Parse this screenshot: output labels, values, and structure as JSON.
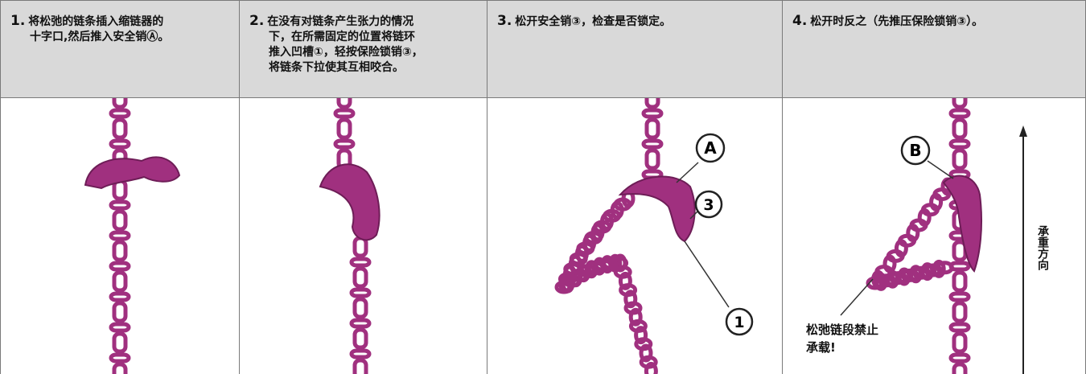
{
  "steps": [
    {
      "num": "1.",
      "lines": [
        "将松弛的链条插入缩链器的",
        "十字口,然后推入安全销Ⓐ。"
      ]
    },
    {
      "num": "2.",
      "lines": [
        "在没有对链条产生张力的情况",
        "下，在所需固定的位置将链环",
        "推入凹槽①，轻按保险锁销③，",
        "将链条下拉使其互相咬合。"
      ]
    },
    {
      "num": "3.",
      "lines": [
        "松开安全销③，检查是否锁定。"
      ]
    },
    {
      "num": "4.",
      "lines": [
        "松开时反之（先推压保险锁销③）。"
      ]
    }
  ],
  "callouts": {
    "a": "A",
    "three": "3",
    "one": "1",
    "b": "B"
  },
  "warning_lines": [
    "松弛链段禁止",
    "承载!"
  ],
  "direction_label": "承重方向",
  "colors": {
    "header_bg": "#d9d9d9",
    "chain": "#a0307f",
    "border": "#7a7a7a"
  }
}
